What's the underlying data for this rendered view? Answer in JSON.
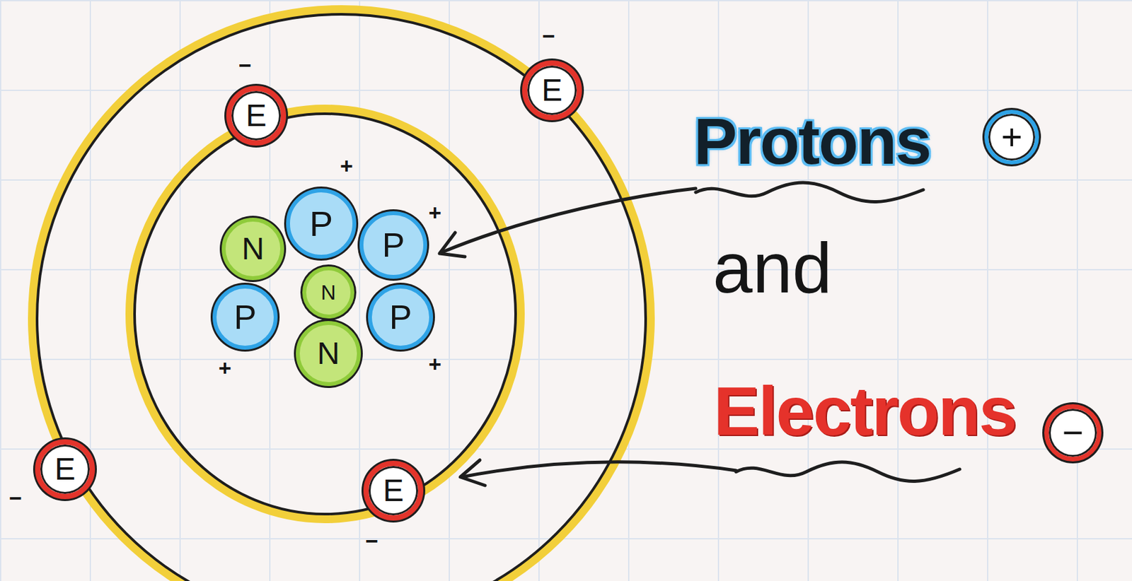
{
  "diagram": {
    "nodes": [
      {
        "text": [
          "E"
        ]
      },
      {
        "text": [
          "E"
        ]
      },
      {
        "text": [
          "N"
        ]
      },
      {
        "text": [
          "P"
        ]
      },
      {
        "text": [
          "P"
        ]
      },
      {
        "text": [
          "P"
        ]
      },
      {
        "text": [
          "N"
        ]
      },
      {
        "text": [
          "P"
        ]
      },
      {
        "text": [
          "N"
        ]
      },
      {
        "text": [
          "E"
        ]
      },
      {
        "text": [
          "E"
        ]
      },
      {
        "text": [
          "+"
        ]
      },
      {
        "text": [
          "−"
        ]
      }
    ],
    "labels": [
      "−",
      "−",
      "+",
      "+",
      "Protons",
      "and",
      "+",
      "+",
      "Electrons",
      "−",
      "−"
    ]
  }
}
